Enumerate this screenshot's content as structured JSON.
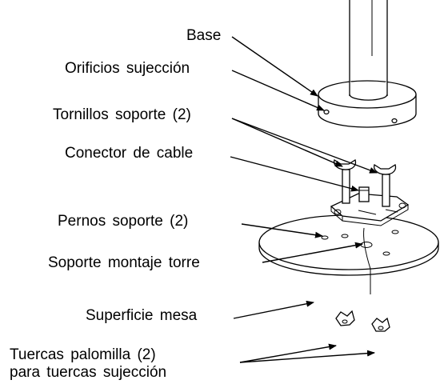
{
  "labels": {
    "base": "Base",
    "holes": "Orificios sujección",
    "screws": "Tornillos soporte (2)",
    "cable_connector": "Conector de cable",
    "bolts": "Pernos soporte (2)",
    "mount": "Soporte montaje torre",
    "table": "Superficie mesa",
    "nuts_line1": "Tuercas palomilla (2)",
    "nuts_line2": "para tuercas sujección"
  }
}
